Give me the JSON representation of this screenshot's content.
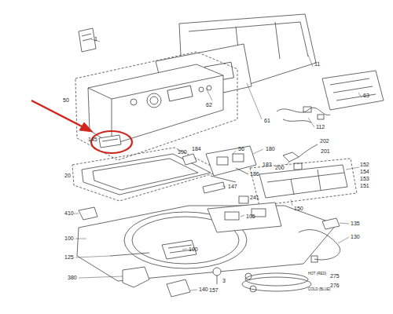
{
  "diagram": {
    "labels": [
      "1",
      "11",
      "63",
      "50",
      "62",
      "61",
      "112",
      "56",
      "202",
      "201",
      "200",
      "145",
      "390",
      "184",
      "180",
      "183",
      "186",
      "20",
      "147",
      "152",
      "154",
      "153",
      "151",
      "150",
      "241",
      "410",
      "105",
      "135",
      "100",
      "130",
      "190",
      "125",
      "275",
      "276",
      "380",
      "140",
      "157",
      "3",
      "HOT (RED)",
      "COLD (BLUE)"
    ]
  }
}
